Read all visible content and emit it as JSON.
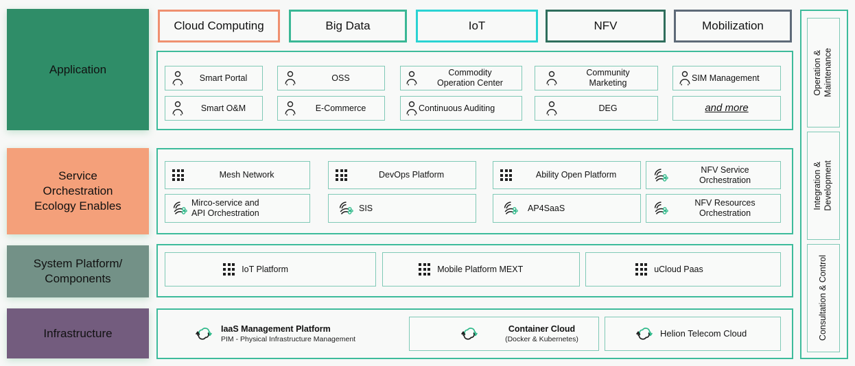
{
  "layers": [
    {
      "id": "application",
      "label": "Application",
      "color": "#2f8d68"
    },
    {
      "id": "service-orchestration",
      "label": "Service\nOrchestration\nEcology Enables",
      "color": "#f4a07a"
    },
    {
      "id": "system-platform",
      "label": "System Platform/\nComponents",
      "color": "#739187"
    },
    {
      "id": "infrastructure",
      "label": "Infrastructure",
      "color": "#735c7e"
    }
  ],
  "top_pills": [
    {
      "label": "Cloud Computing",
      "border": "#ef9070"
    },
    {
      "label": "Big Data",
      "border": "#3ab795"
    },
    {
      "label": "IoT",
      "border": "#2ad3d3"
    },
    {
      "label": "NFV",
      "border": "#2f6e5c"
    },
    {
      "label": "Mobilization",
      "border": "#5e6a78"
    }
  ],
  "application_items": [
    {
      "label": "Smart Portal",
      "icon": "person-icon"
    },
    {
      "label": "OSS",
      "icon": "person-icon"
    },
    {
      "label": "Commodity\nOperation Center",
      "icon": "person-icon"
    },
    {
      "label": "Community\nMarketing",
      "icon": "person-icon"
    },
    {
      "label": "SIM Management",
      "icon": "person-icon"
    },
    {
      "label": "Smart O&M",
      "icon": "person-icon"
    },
    {
      "label": "E-Commerce",
      "icon": "person-icon"
    },
    {
      "label": "Continuous Auditing",
      "icon": "person-icon"
    },
    {
      "label": "DEG",
      "icon": "person-icon"
    },
    {
      "label": "and more",
      "icon": "none"
    }
  ],
  "service_items": [
    {
      "label": "Mesh Network",
      "icon": "grid-dots-icon"
    },
    {
      "label": "DevOps Platform",
      "icon": "grid-dots-icon"
    },
    {
      "label": "Ability Open Platform",
      "icon": "grid-dots-icon"
    },
    {
      "label": "NFV Service\nOrchestration",
      "icon": "orchestration-icon"
    },
    {
      "label": "Mirco-service and\nAPI Orchestration",
      "icon": "orchestration-icon"
    },
    {
      "label": "SIS",
      "icon": "orchestration-icon"
    },
    {
      "label": "AP4SaaS",
      "icon": "orchestration-icon"
    },
    {
      "label": "NFV Resources\nOrchestration",
      "icon": "orchestration-icon"
    }
  ],
  "platform_items": [
    {
      "label": "IoT Platform",
      "icon": "grid-dots-icon"
    },
    {
      "label": "Mobile Platform MEXT",
      "icon": "grid-dots-icon"
    },
    {
      "label": "uCloud Paas",
      "icon": "grid-dots-icon"
    }
  ],
  "infrastructure_items": [
    {
      "label": "IaaS Management Platform",
      "sub": "PIM - Physical Infrastructure Management",
      "icon": "cloud-sync-icon"
    },
    {
      "label": "Container Cloud",
      "sub": "(Docker & Kubernetes)",
      "icon": "cloud-sync-icon"
    },
    {
      "label": "Helion Telecom Cloud",
      "sub": "",
      "icon": "cloud-sync-icon"
    }
  ],
  "right_rail": [
    {
      "label": "Operation &\nMaintenance"
    },
    {
      "label": "Integration &\nDevelopment"
    },
    {
      "label": "Consultation & Control"
    }
  ],
  "theme": {
    "accent": "#3dbb9b",
    "cell_border": "#7fc9b6",
    "background": "#f7f8f7",
    "icon_dark": "#1f1f1f",
    "icon_green": "#2fb98a"
  }
}
